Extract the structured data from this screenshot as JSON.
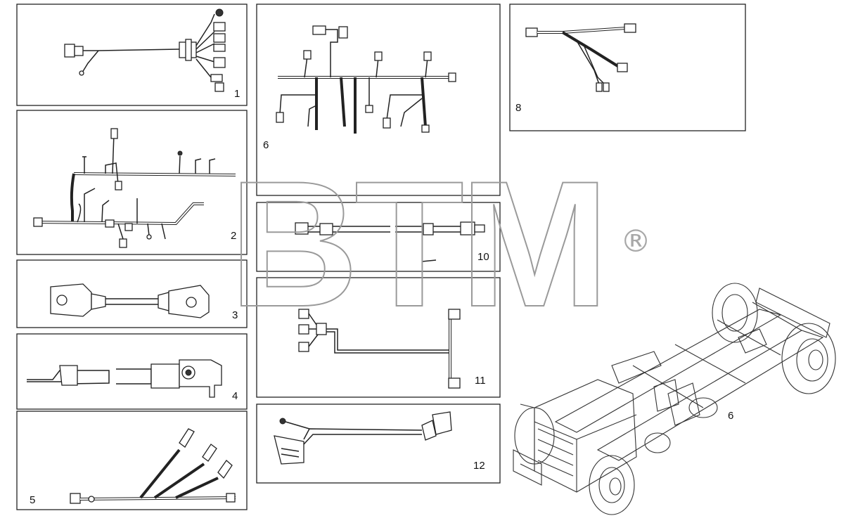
{
  "watermark": {
    "text": "BTM",
    "mark": "®"
  },
  "panels": [
    {
      "id": "panel-1",
      "label": "1"
    },
    {
      "id": "panel-2",
      "label": "2"
    },
    {
      "id": "panel-3",
      "label": "3"
    },
    {
      "id": "panel-4",
      "label": "4"
    },
    {
      "id": "panel-5",
      "label": "5"
    },
    {
      "id": "panel-6",
      "label": "6"
    },
    {
      "id": "panel-8",
      "label": "8"
    },
    {
      "id": "panel-10",
      "label": "10"
    },
    {
      "id": "panel-11",
      "label": "11"
    },
    {
      "id": "panel-12",
      "label": "12"
    }
  ],
  "chassis": {
    "label": "6",
    "icon": "truck-chassis-icon"
  },
  "colors": {
    "line": "#222222",
    "watermark": "#9a9a9a",
    "background": "#ffffff"
  }
}
